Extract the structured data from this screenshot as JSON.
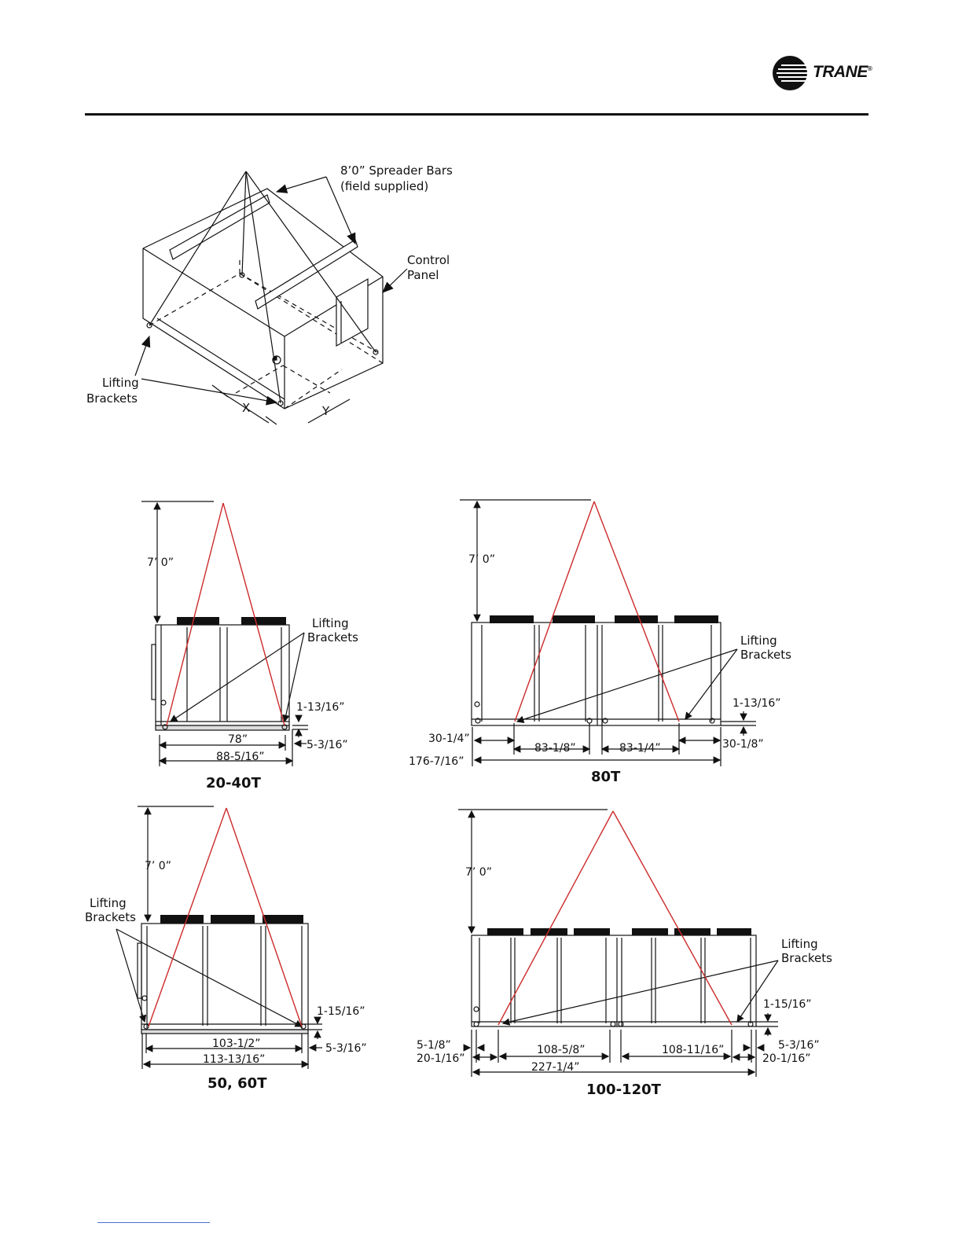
{
  "brand": {
    "name": "TRANE",
    "mark": "®"
  },
  "iso_view": {
    "spreader_bars_label": [
      "8’0” Spreader Bars",
      "(field supplied)"
    ],
    "control_panel_label": [
      "Control",
      "Panel"
    ],
    "lifting_brackets_label": [
      "Lifting",
      "Brackets"
    ],
    "x_label": "X",
    "y_label": "Y"
  },
  "views": [
    {
      "caption": "20-40T",
      "height_label": "7’ 0”",
      "lifting_label": [
        "Lifting",
        "Brackets"
      ],
      "dims": [
        "1-13/16”",
        "78”",
        "5-3/16”",
        "88-5/16”"
      ]
    },
    {
      "caption": "80T",
      "height_label": "7’ 0”",
      "lifting_label": [
        "Lifting",
        "Brackets"
      ],
      "dims": [
        "1-13/16”",
        "30-1/4”",
        "83-1/8”",
        "83-1/4”",
        "30-1/8”",
        "176-7/16”"
      ]
    },
    {
      "caption": "50, 60T",
      "height_label": "7’ 0”",
      "lifting_label": [
        "Lifting",
        "Brackets"
      ],
      "dims": [
        "1-15/16”",
        "103-1/2”",
        "5-3/16”",
        "113-13/16”"
      ]
    },
    {
      "caption": "100-120T",
      "height_label": "7’ 0”",
      "lifting_label": [
        "Lifting",
        "Brackets"
      ],
      "dims": [
        "1-15/16”",
        "5-1/8”",
        "20-1/16”",
        "108-5/8”",
        "108-11/16”",
        "5-3/16”",
        "20-1/16”",
        "227-1/4”"
      ]
    }
  ],
  "colors": {
    "sling": "#cc2a2a",
    "line": "#111111",
    "link": "#4a6fd6"
  }
}
